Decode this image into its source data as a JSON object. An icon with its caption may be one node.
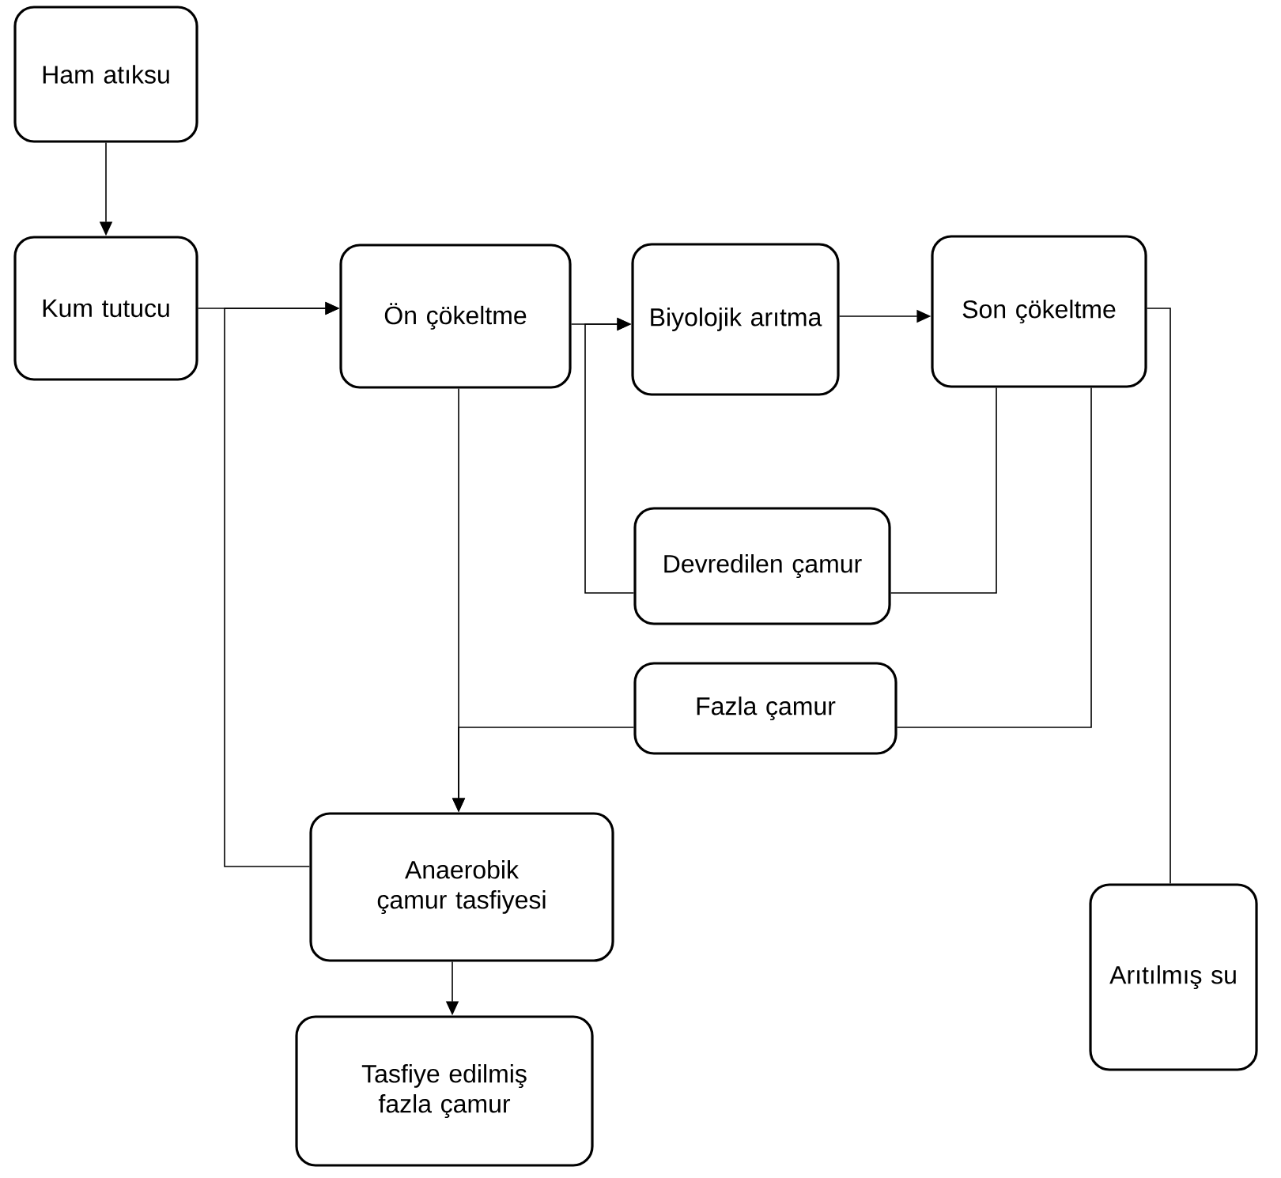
{
  "diagram": {
    "nodes": [
      {
        "text": [
          "Ham atıksu"
        ]
      },
      {
        "text": [
          "Kum tutucu"
        ]
      },
      {
        "text": [
          "Ön çökeltme"
        ]
      },
      {
        "text": [
          "Biyolojik arıtma"
        ]
      },
      {
        "text": [
          "Son çökeltme"
        ]
      },
      {
        "text": [
          "Devredilen çamur"
        ]
      },
      {
        "text": [
          "Fazla çamur"
        ]
      },
      {
        "text": [
          "Anaerobik çamur tasfiyesi"
        ]
      },
      {
        "text": [
          "Tasfiye edilmiş fazla çamur"
        ]
      },
      {
        "text": [
          "Arıtılmış su"
        ]
      }
    ],
    "edges": [
      {
        "from": 0,
        "to": 1,
        "arrow": "to"
      },
      {
        "from": 1,
        "to": 2,
        "arrow": "to"
      },
      {
        "from": 2,
        "to": 3,
        "arrow": "to"
      },
      {
        "from": 3,
        "to": 4,
        "arrow": "to"
      },
      {
        "from": 4,
        "to": 5,
        "arrow": "none"
      },
      {
        "from": 5,
        "to": 3,
        "arrow": "to"
      },
      {
        "from": 4,
        "to": 6,
        "arrow": "none"
      },
      {
        "from": 6,
        "to": 7,
        "arrow": "to"
      },
      {
        "from": 2,
        "to": 7,
        "arrow": "to"
      },
      {
        "from": 7,
        "to": 2,
        "arrow": "to"
      },
      {
        "from": 7,
        "to": 8,
        "arrow": "to"
      },
      {
        "from": 4,
        "to": 9,
        "arrow": "none"
      }
    ]
  }
}
